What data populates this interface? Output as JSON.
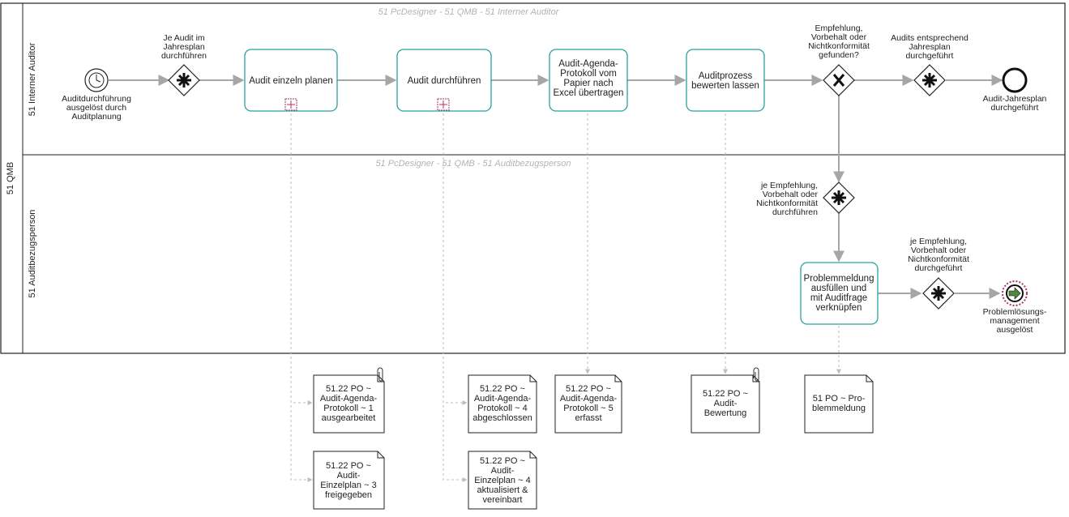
{
  "pool": {
    "name": "51 QMB",
    "lanes": [
      {
        "name": "51 Interner Auditor",
        "title": "51 PcDesigner - 51 QMB - 51 Interner Auditor"
      },
      {
        "name": "51 Auditbezugsperson",
        "title": "51 PcDesigner - 51 QMB - 51 Auditbezugsperson"
      }
    ]
  },
  "events": {
    "start": {
      "icon": "timer-start-event-icon",
      "label": [
        "Auditdurchführung",
        "ausgelöst durch",
        "Auditplanung"
      ]
    },
    "end": {
      "icon": "end-event-icon",
      "label": [
        "Audit-Jahresplan",
        "durchgeführt"
      ]
    },
    "escalation": {
      "icon": "signal-end-event-icon",
      "label": [
        "Problemlösungs-",
        "management",
        "ausgelöst"
      ]
    }
  },
  "gateways": [
    {
      "id": "gw1",
      "type": "parallel",
      "label": [
        "Je Audit im",
        "Jahresplan",
        "durchführen"
      ]
    },
    {
      "id": "gw2",
      "type": "exclusive",
      "label": [
        "Empfehlung,",
        "Vorbehalt oder",
        "Nichtkonformität",
        "gefunden?"
      ]
    },
    {
      "id": "gw3",
      "type": "parallel",
      "label": [
        "Audits entsprechend",
        "Jahresplan",
        "durchgeführt"
      ]
    },
    {
      "id": "gw4",
      "type": "parallel",
      "label": [
        "je Empfehlung,",
        "Vorbehalt oder",
        "Nichtkonformität",
        "durchführen"
      ]
    },
    {
      "id": "gw5",
      "type": "parallel",
      "label": [
        "je Empfehlung,",
        "Vorbehalt oder",
        "Nichtkonformität",
        "durchgeführt"
      ]
    }
  ],
  "tasks": [
    {
      "id": "t1",
      "label": [
        "Audit einzeln planen"
      ],
      "subprocess": true
    },
    {
      "id": "t2",
      "label": [
        "Audit durchführen"
      ],
      "subprocess": true
    },
    {
      "id": "t3",
      "label": [
        "Audit-Agenda-",
        "Protokoll vom",
        "Papier nach",
        "Excel übertragen"
      ],
      "subprocess": false
    },
    {
      "id": "t4",
      "label": [
        "Auditprozess",
        "bewerten lassen"
      ],
      "subprocess": false
    },
    {
      "id": "t5",
      "label": [
        "Problemmeldung",
        "ausfüllen und",
        "mit Auditfrage",
        "verknüpfen"
      ],
      "subprocess": false
    }
  ],
  "documents": [
    {
      "id": "d1",
      "label": [
        "51.22 PO ~",
        "Audit-Agenda-",
        "Protokoll ~ 1",
        "ausgearbeitet"
      ],
      "attachment": true
    },
    {
      "id": "d2",
      "label": [
        "51.22 PO ~",
        "Audit-",
        "Einzelplan ~ 3",
        "freigegeben"
      ],
      "attachment": false
    },
    {
      "id": "d3",
      "label": [
        "51.22 PO ~",
        "Audit-Agenda-",
        "Protokoll ~ 4",
        "abgeschlossen"
      ],
      "attachment": false
    },
    {
      "id": "d4",
      "label": [
        "51.22 PO ~",
        "Audit-",
        "Einzelplan ~ 4",
        "aktualisiert &",
        "vereinbart"
      ],
      "attachment": false
    },
    {
      "id": "d5",
      "label": [
        "51.22 PO ~",
        "Audit-Agenda-",
        "Protokoll ~ 5",
        "erfasst"
      ],
      "attachment": false
    },
    {
      "id": "d6",
      "label": [
        "51.22 PO ~",
        "Audit-",
        "Bewertung"
      ],
      "attachment": true
    },
    {
      "id": "d7",
      "label": [
        "51 PO ~ Pro-",
        "blemmeldung"
      ],
      "attachment": false
    }
  ],
  "colors": {
    "task_border": "#2aa0a0",
    "flow": "#a6a6a6",
    "association": "#bdbdbd",
    "subprocess_marker": "#b0306a",
    "escalation_ring": "#b0306a",
    "escalation_arrow": "#4e8a3a",
    "lane_title": "#b3b3b3"
  }
}
